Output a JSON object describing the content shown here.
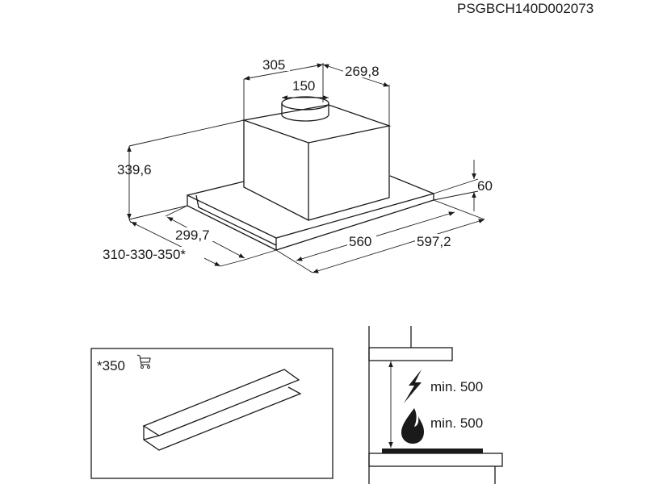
{
  "title": "PSGBCH140D002073",
  "dimensions": {
    "d305": "305",
    "d269": "269,8",
    "d150": "150",
    "d339": "339,6",
    "d60": "60",
    "d299": "299,7",
    "d310": "310-330-350*",
    "d560": "560",
    "d597": "597,2"
  },
  "accessory": {
    "label": "*350",
    "icon": "shopping-cart-icon"
  },
  "clearance": {
    "electric_label": "min. 500",
    "gas_label": "min. 500",
    "electric_icon": "lightning-icon",
    "gas_icon": "flame-icon"
  }
}
